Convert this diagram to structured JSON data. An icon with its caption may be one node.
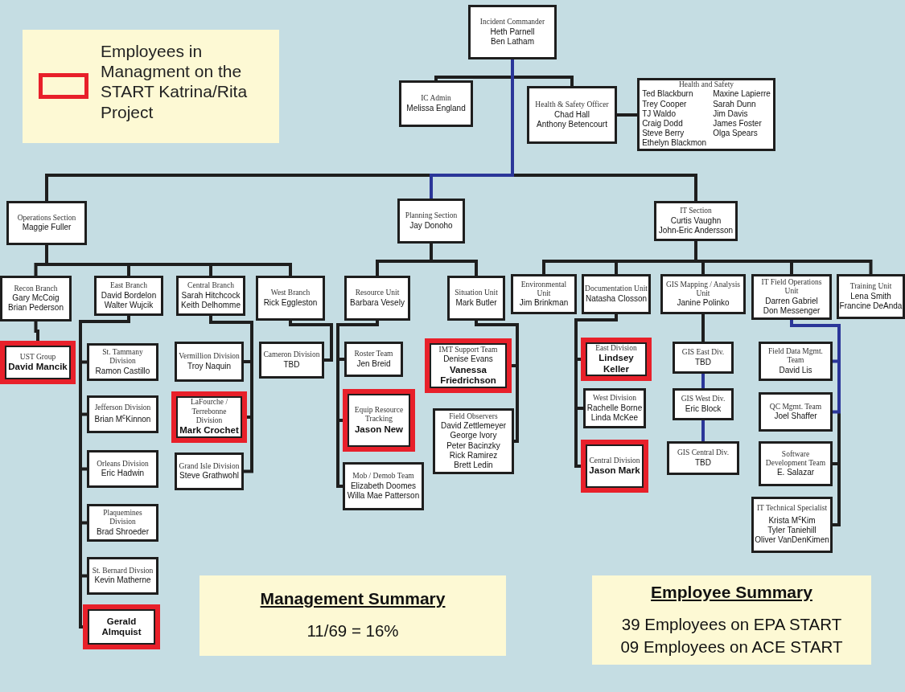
{
  "diagram": {
    "nodes": [
      {
        "text": [
          "Incident Commander",
          "Heth Parnell",
          "Ben Latham"
        ]
      },
      {
        "text": [
          "IC Admin",
          "Melissa England"
        ]
      },
      {
        "text": [
          "Health & Safety Officer",
          "Chad Hall",
          "Anthony Betencourt"
        ]
      },
      {
        "text": [
          "Health and Safety",
          "Ted Blackburn",
          "Maxine Lapierre",
          "Trey Cooper",
          "Sarah Dunn",
          "TJ Waldo",
          "Jim Davis",
          "Craig Dodd",
          "James Foster",
          "Steve Berry",
          "Olga Spears",
          "Ethelyn Blackmon"
        ]
      },
      {
        "text": [
          "Operations Section",
          "Maggie Fuller"
        ]
      },
      {
        "text": [
          "Planning Section",
          "Jay Donoho"
        ]
      },
      {
        "text": [
          "IT Section",
          "Curtis Vaughn",
          "John-Eric Andersson"
        ]
      },
      {
        "text": [
          "Recon Branch",
          "Gary McCoig",
          "Brian Pederson"
        ]
      },
      {
        "text": [
          "East Branch",
          "David Bordelon",
          "Walter Wujcik"
        ]
      },
      {
        "text": [
          "Central Branch",
          "Sarah Hitchcock",
          "Keith Delhomme"
        ]
      },
      {
        "text": [
          "West Branch",
          "Rick Eggleston"
        ]
      },
      {
        "text": [
          "Resource Unit",
          "Barbara Vesely"
        ]
      },
      {
        "text": [
          "Situation Unit",
          "Mark Butler"
        ]
      },
      {
        "text": [
          "Environmental Unit",
          "Jim Brinkman"
        ]
      },
      {
        "text": [
          "Documentation Unit",
          "Natasha Closson"
        ]
      },
      {
        "text": [
          "GIS Mapping / Analysis Unit",
          "Janine Polinko"
        ]
      },
      {
        "text": [
          "IT Field Operations Unit",
          "Darren Gabriel",
          "Don Messenger"
        ]
      },
      {
        "text": [
          "Training Unit",
          "Lena Smith",
          "Francine DeAnda"
        ]
      },
      {
        "text": [
          "UST Group",
          "David Mancik"
        ]
      },
      {
        "text": [
          "St. Tammany Division",
          "Ramon Castillo"
        ]
      },
      {
        "text": [
          "Jefferson Division",
          "Brian M$^{c}$Kinnon"
        ]
      },
      {
        "text": [
          "Orleans Division",
          "Eric Hadwin"
        ]
      },
      {
        "text": [
          "Plaquemines Division",
          "Brad Shroeder"
        ]
      },
      {
        "text": [
          "St. Bernard Divsion",
          "Kevin Matherne"
        ]
      },
      {
        "text": [
          "Gerald Almquist"
        ]
      },
      {
        "text": [
          "Vermillion Division",
          "Troy Naquin"
        ]
      },
      {
        "text": [
          "LaFourche / Terrebonne Division",
          "Mark Crochet"
        ]
      },
      {
        "text": [
          "Grand Isle Division",
          "Steve Grathwohl"
        ]
      },
      {
        "text": [
          "Cameron Division",
          "TBD"
        ]
      },
      {
        "text": [
          "Roster Team",
          "Jen Breid"
        ]
      },
      {
        "text": [
          "Equip Resource Tracking",
          "Jason New"
        ]
      },
      {
        "text": [
          "Mob / Demob Team",
          "Elizabeth Doomes",
          "Willa Mae Patterson"
        ]
      },
      {
        "text": [
          "IMT Support Team",
          "Denise Evans",
          "Vanessa Friedrichson"
        ]
      },
      {
        "text": [
          "Field Observers",
          "David Zettlemeyer",
          "George Ivory",
          "Peter Bacinzky",
          "Rick Ramirez",
          "Brett Ledin"
        ]
      },
      {
        "text": [
          "East Division",
          "Lindsey Keller"
        ]
      },
      {
        "text": [
          "West Division",
          "Rachelle Borne",
          "Linda McKee"
        ]
      },
      {
        "text": [
          "Central Division",
          "Jason Mark"
        ]
      },
      {
        "text": [
          "GIS East Div.",
          "TBD"
        ]
      },
      {
        "text": [
          "GIS West Div.",
          "Eric Block"
        ]
      },
      {
        "text": [
          "GIS Central Div.",
          "TBD"
        ]
      },
      {
        "text": [
          "Field Data Mgmt. Team",
          "David Lis"
        ]
      },
      {
        "text": [
          "QC Mgmt. Team",
          "Joel Shaffer"
        ]
      },
      {
        "text": [
          "Software Development Team",
          "E. Salazar"
        ]
      },
      {
        "text": [
          "IT Technical Specialist",
          "Krista M$^{c}$Kim",
          "Tyler Taniehill",
          "Oliver VanDenKimen"
        ]
      },
      {
        "text": [
          "Management Summary",
          "11/69 = 16%"
        ]
      },
      {
        "text": [
          "Employee Summary",
          "39 Employees on EPA START",
          "09 Employees on ACE START"
        ]
      }
    ],
    "edges": [
      {
        "from": 0,
        "to": 1,
        "arrow": "none"
      },
      {
        "from": 0,
        "to": 2,
        "arrow": "none"
      },
      {
        "from": 2,
        "to": 3,
        "arrow": "none"
      },
      {
        "from": 0,
        "to": 4,
        "arrow": "none"
      },
      {
        "from": 0,
        "to": 5,
        "arrow": "none",
        "color": "#2b3699"
      },
      {
        "from": 0,
        "to": 6,
        "arrow": "none"
      },
      {
        "from": 4,
        "to": 7,
        "arrow": "none"
      },
      {
        "from": 4,
        "to": 8,
        "arrow": "none"
      },
      {
        "from": 4,
        "to": 9,
        "arrow": "none"
      },
      {
        "from": 4,
        "to": 10,
        "arrow": "none"
      },
      {
        "from": 5,
        "to": 11,
        "arrow": "none"
      },
      {
        "from": 5,
        "to": 12,
        "arrow": "none"
      },
      {
        "from": 6,
        "to": 13,
        "arrow": "none"
      },
      {
        "from": 6,
        "to": 14,
        "arrow": "none"
      },
      {
        "from": 6,
        "to": 15,
        "arrow": "none"
      },
      {
        "from": 6,
        "to": 16,
        "arrow": "none"
      },
      {
        "from": 6,
        "to": 17,
        "arrow": "none"
      },
      {
        "from": 7,
        "to": 18,
        "arrow": "none"
      },
      {
        "from": 8,
        "to": 19,
        "arrow": "none"
      },
      {
        "from": 8,
        "to": 20,
        "arrow": "none"
      },
      {
        "from": 8,
        "to": 21,
        "arrow": "none"
      },
      {
        "from": 8,
        "to": 22,
        "arrow": "none"
      },
      {
        "from": 8,
        "to": 23,
        "arrow": "none"
      },
      {
        "from": 8,
        "to": 24,
        "arrow": "none"
      },
      {
        "from": 9,
        "to": 25,
        "arrow": "none"
      },
      {
        "from": 9,
        "to": 26,
        "arrow": "none"
      },
      {
        "from": 9,
        "to": 27,
        "arrow": "none"
      },
      {
        "from": 10,
        "to": 28,
        "arrow": "none"
      },
      {
        "from": 11,
        "to": 29,
        "arrow": "none"
      },
      {
        "from": 11,
        "to": 30,
        "arrow": "none"
      },
      {
        "from": 11,
        "to": 31,
        "arrow": "none"
      },
      {
        "from": 12,
        "to": 32,
        "arrow": "none"
      },
      {
        "from": 12,
        "to": 33,
        "arrow": "none"
      },
      {
        "from": 14,
        "to": 34,
        "arrow": "none"
      },
      {
        "from": 14,
        "to": 35,
        "arrow": "none"
      },
      {
        "from": 14,
        "to": 36,
        "arrow": "none"
      },
      {
        "from": 15,
        "to": 37,
        "arrow": "none"
      },
      {
        "from": 37,
        "to": 38,
        "arrow": "none",
        "color": "#2b3699"
      },
      {
        "from": 38,
        "to": 39,
        "arrow": "none",
        "color": "#2b3699"
      },
      {
        "from": 16,
        "to": 40,
        "arrow": "none",
        "color": "#2b3699"
      },
      {
        "from": 16,
        "to": 41,
        "arrow": "none",
        "color": "#2b3699"
      },
      {
        "from": 16,
        "to": 42,
        "arrow": "none"
      },
      {
        "from": 16,
        "to": 43,
        "arrow": "none"
      }
    ],
    "legend": [
      {
        "text": "Employees in Managment on the START Katrina/Rita Project"
      }
    ]
  }
}
